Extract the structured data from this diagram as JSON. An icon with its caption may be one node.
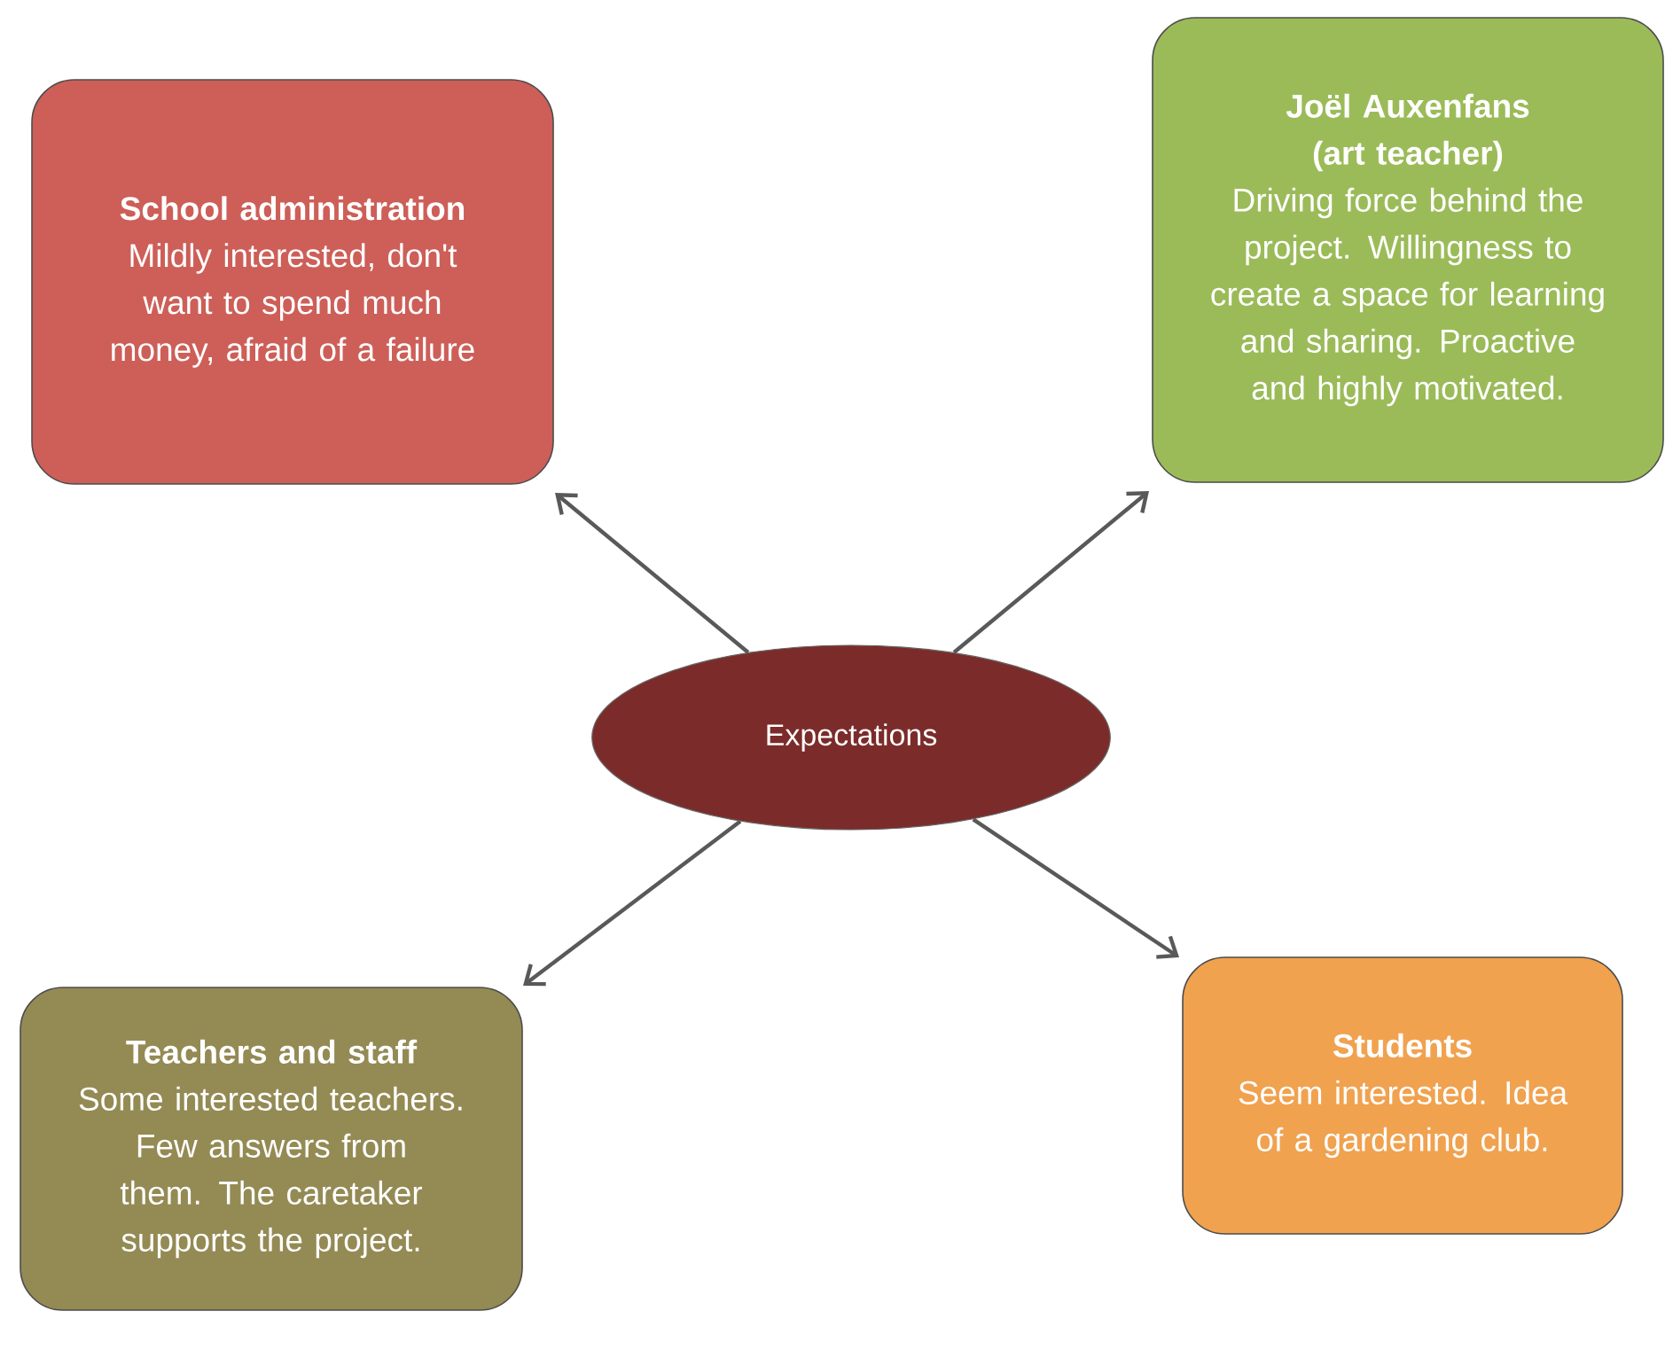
{
  "diagram": {
    "nodes": [
      {
        "text": [
          "Expectations"
        ]
      },
      {
        "text": [
          "School administration",
          "Mildly interested, don't want to spend much money, afraid of a failure"
        ]
      },
      {
        "text": [
          "Joël Auxenfans (art teacher)",
          "Driving force behind the project. Willingness to create a space for learning and sharing. Proactive and highly motivated."
        ]
      },
      {
        "text": [
          "Teachers and staff",
          "Some interested teachers. Few answers from them. The caretaker supports the project."
        ]
      },
      {
        "text": [
          "Students",
          "Seem interested. Idea of a gardening club."
        ]
      }
    ],
    "edges": [
      {
        "from": 0,
        "to": 1,
        "arrow": "to"
      },
      {
        "from": 0,
        "to": 2,
        "arrow": "to"
      },
      {
        "from": 0,
        "to": 3,
        "arrow": "to"
      },
      {
        "from": 0,
        "to": 4,
        "arrow": "to"
      }
    ]
  }
}
